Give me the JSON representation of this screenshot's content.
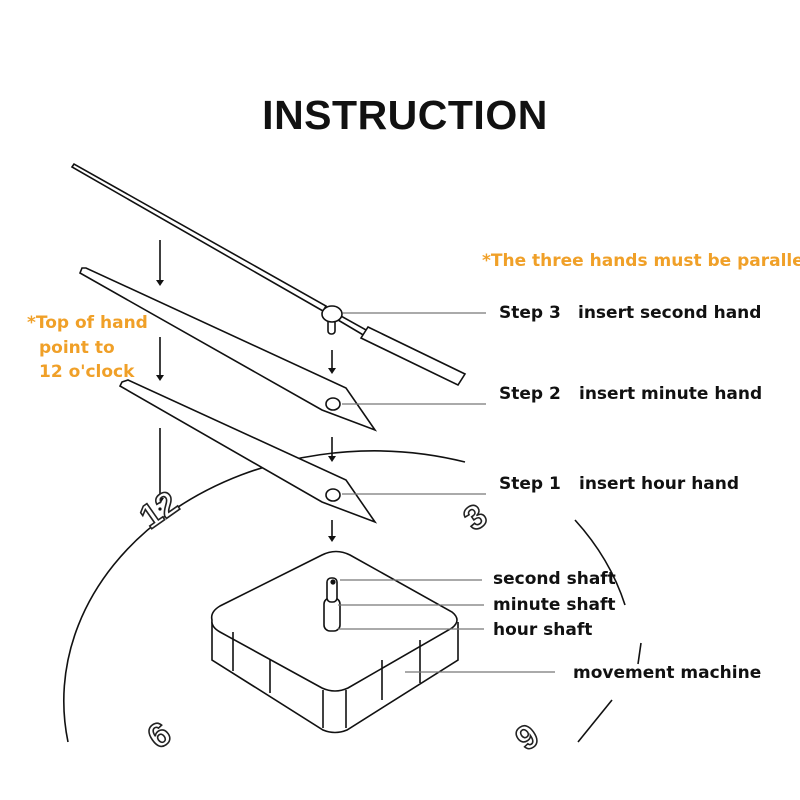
{
  "title": "INSTRUCTION",
  "notes": {
    "parallel": "*The three hands must be parallel",
    "top_of_hand": [
      "*Top of hand",
      "point to",
      "12 o'clock"
    ]
  },
  "steps": [
    {
      "step": "Step 3",
      "action": "insert second hand"
    },
    {
      "step": "Step 2",
      "action": "insert minute hand"
    },
    {
      "step": "Step 1",
      "action": "insert hour hand"
    }
  ],
  "parts": {
    "second_shaft": "second shaft",
    "minute_shaft": "minute shaft",
    "hour_shaft": "hour shaft",
    "movement": "movement machine"
  },
  "dial_numbers": {
    "twelve": "12",
    "three": "3",
    "six": "6",
    "nine": "9"
  },
  "colors": {
    "note": "#f0a028",
    "line": "#111111"
  }
}
